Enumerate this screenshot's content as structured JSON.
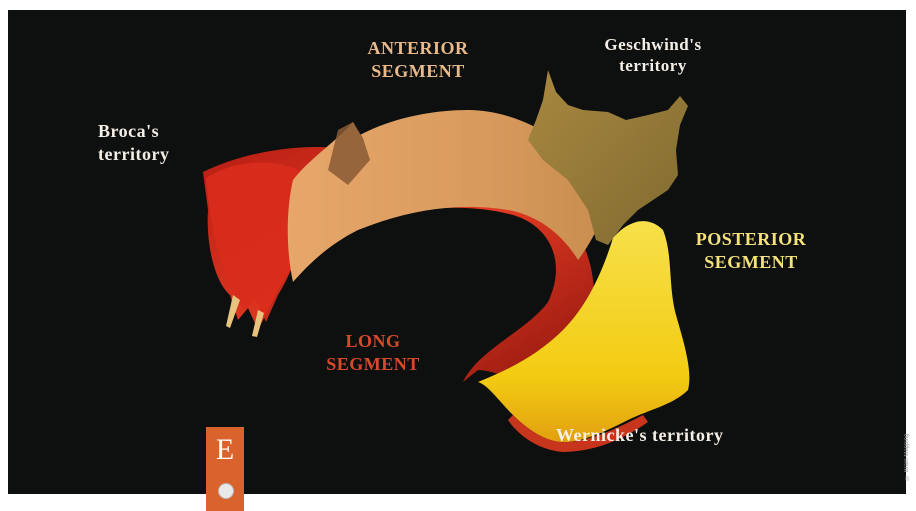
{
  "labels": {
    "broca": "Broca's\nterritory",
    "anterior": "ANTERIOR\nSEGMENT",
    "geschwind": "Geschwind's\nterritory",
    "posterior": "POSTERIOR\nSEGMENT",
    "long": "LONG\nSEGMENT",
    "wernicke": "Wernicke's territory"
  },
  "badge": {
    "letter": "E"
  },
  "credit": "© Brain Mapping",
  "colors": {
    "background": "#0e0f0f",
    "long_segment": "#cf2f1f",
    "anterior_segment": "#e0a064",
    "posterior_segment": "#f2d21c",
    "geschwind": "#b08f43",
    "badge": "#d9622d"
  }
}
